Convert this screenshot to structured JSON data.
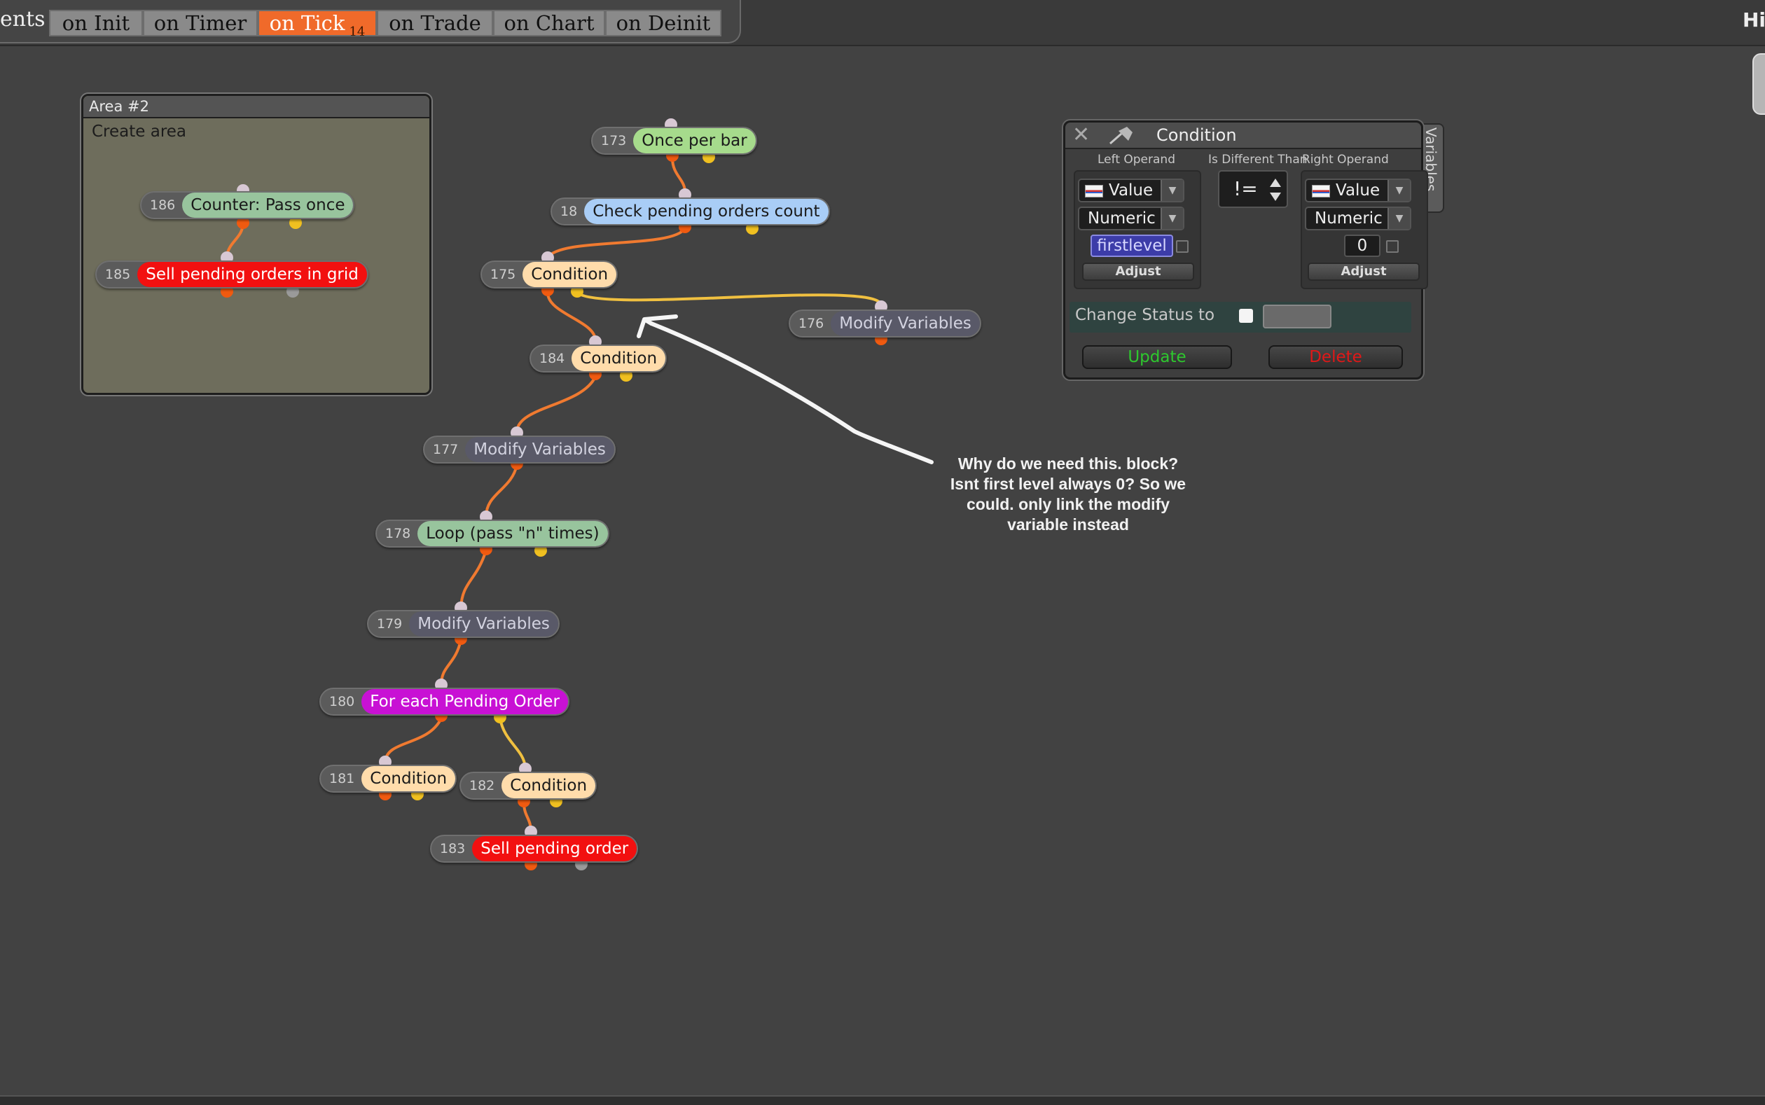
{
  "tabs": {
    "cut_label": "ents",
    "items": [
      {
        "label": "on Init"
      },
      {
        "label": "on Timer"
      },
      {
        "label": "on Tick",
        "badge": "14"
      },
      {
        "label": "on Trade"
      },
      {
        "label": "on Chart"
      },
      {
        "label": "on Deinit"
      }
    ],
    "right_cut_label": "Hi"
  },
  "area": {
    "title": "Area #2",
    "subtitle": "Create area"
  },
  "nodes": {
    "n186": {
      "id": "186",
      "label": "Counter: Pass once"
    },
    "n185": {
      "id": "185",
      "label": "Sell pending orders in grid"
    },
    "n173": {
      "id": "173",
      "label": "Once per bar"
    },
    "n18": {
      "id": "18",
      "label": "Check pending orders count"
    },
    "n175": {
      "id": "175",
      "label": "Condition"
    },
    "n176": {
      "id": "176",
      "label": "Modify Variables"
    },
    "n184": {
      "id": "184",
      "label": "Condition"
    },
    "n177": {
      "id": "177",
      "label": "Modify Variables"
    },
    "n178": {
      "id": "178",
      "label": "Loop (pass \"n\" times)"
    },
    "n179": {
      "id": "179",
      "label": "Modify Variables"
    },
    "n180": {
      "id": "180",
      "label": "For each Pending Order"
    },
    "n181": {
      "id": "181",
      "label": "Condition"
    },
    "n182": {
      "id": "182",
      "label": "Condition"
    },
    "n183": {
      "id": "183",
      "label": "Sell pending order"
    }
  },
  "panel": {
    "title": "Condition",
    "side_tab": "Variables",
    "left_operand": {
      "header": "Left Operand",
      "type": "Value",
      "subtype": "Numeric",
      "value": "firstlevel",
      "adjust": "Adjust"
    },
    "operator": {
      "header": "Is Different Than",
      "symbol": "!="
    },
    "right_operand": {
      "header": "Right Operand",
      "type": "Value",
      "subtype": "Numeric",
      "value": "0",
      "adjust": "Adjust"
    },
    "change_status_label": "Change Status to",
    "update_label": "Update",
    "delete_label": "Delete"
  },
  "annotation": {
    "text": "Why do we need this. block? Isnt first level always 0? So we could. only link the modify variable instead"
  },
  "colors": {
    "canvas": "#424242",
    "active_tab": "#f06a2a",
    "wire_orange": "#f07a30",
    "wire_yellow": "#f0c040",
    "port_top": "#d8c8d4",
    "port_orange": "#f05a10",
    "port_yellow": "#f0c020",
    "update_text": "#2ec82e",
    "delete_text": "#e01818"
  }
}
